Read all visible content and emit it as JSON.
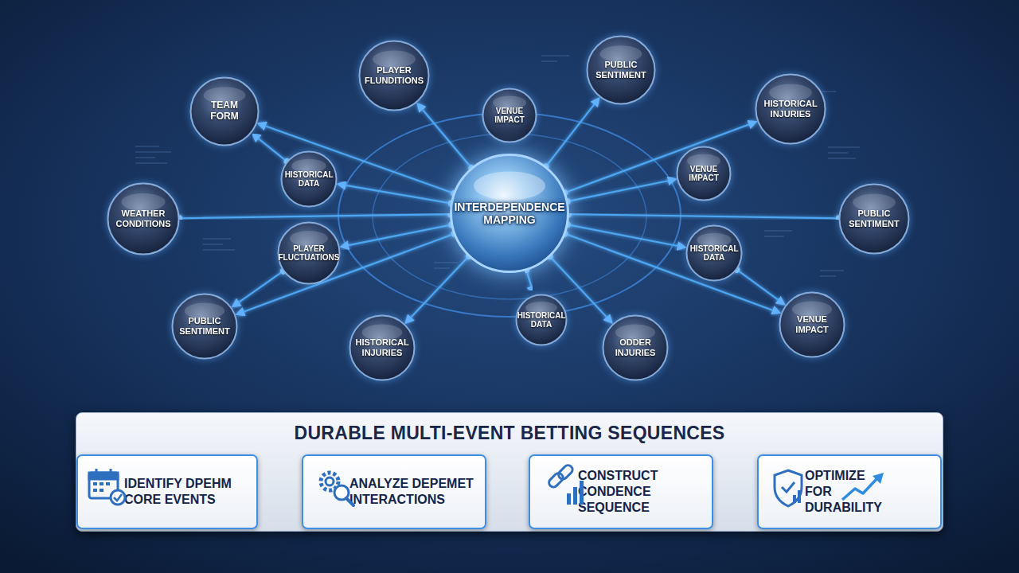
{
  "diagram": {
    "nodes": [
      {
        "text": [
          "PLAYER FLUNDITIONS"
        ]
      },
      {
        "text": [
          "PUBLIC SENTIMENT"
        ]
      },
      {
        "text": [
          "TEAM FORM"
        ]
      },
      {
        "text": [
          "VENUE IMPACT"
        ]
      },
      {
        "text": [
          "HISTORICAL INJURIES"
        ]
      },
      {
        "text": [
          "HISTORICAL DATA"
        ]
      },
      {
        "text": [
          "VENUE IMPACT"
        ]
      },
      {
        "text": [
          "WEATHER CONDITIONS"
        ]
      },
      {
        "text": [
          "INTERDEPENDENCE MAPPING"
        ]
      },
      {
        "text": [
          "PUBLIC SENTIMENT"
        ]
      },
      {
        "text": [
          "PLAYER FLUCTUATIONS"
        ]
      },
      {
        "text": [
          "HISTORICAL DATA"
        ]
      },
      {
        "text": [
          "PUBLIC SENTIMENT"
        ]
      },
      {
        "text": [
          "HISTORICAL DATA"
        ]
      },
      {
        "text": [
          "VENUE IMPACT"
        ]
      },
      {
        "text": [
          "HISTORICAL INJURIES"
        ]
      },
      {
        "text": [
          "ODDER INJURIES"
        ]
      },
      {
        "text": [
          "DURABLE MULTI-EVENT BETTING SEQUENCES"
        ]
      },
      {
        "text": [
          "IDENTIFY DPEHM CORE EVENTS"
        ],
        "in": 17
      },
      {
        "text": [
          "ANALYZE DEPEMET INTERACTIONS"
        ],
        "in": 17
      },
      {
        "text": [
          "CONSTRUCT CONDENCE SEQUENCE"
        ],
        "in": 17
      },
      {
        "text": [
          "OPTIMIZE FOR DURABILITY"
        ],
        "in": 17
      }
    ],
    "edges": [
      {
        "from": 8,
        "to": 0,
        "arrow": "to"
      },
      {
        "from": 8,
        "to": 1,
        "arrow": "to"
      },
      {
        "from": 8,
        "to": 2,
        "arrow": "to"
      },
      {
        "from": 8,
        "to": 3,
        "arrow": "to"
      },
      {
        "from": 8,
        "to": 4,
        "arrow": "to"
      },
      {
        "from": 8,
        "to": 5,
        "arrow": "to"
      },
      {
        "from": 8,
        "to": 6,
        "arrow": "to"
      },
      {
        "from": 8,
        "to": 7,
        "arrow": "none"
      },
      {
        "from": 8,
        "to": 9,
        "arrow": "none"
      },
      {
        "from": 8,
        "to": 10,
        "arrow": "to"
      },
      {
        "from": 8,
        "to": 11,
        "arrow": "to"
      },
      {
        "from": 8,
        "to": 12,
        "arrow": "to"
      },
      {
        "from": 8,
        "to": 13,
        "arrow": "to"
      },
      {
        "from": 8,
        "to": 14,
        "arrow": "to"
      },
      {
        "from": 8,
        "to": 15,
        "arrow": "to"
      },
      {
        "from": 8,
        "to": 16,
        "arrow": "to"
      },
      {
        "from": 5,
        "to": 2,
        "arrow": "to"
      },
      {
        "from": 10,
        "to": 12,
        "arrow": "to"
      },
      {
        "from": 11,
        "to": 14,
        "arrow": "to"
      },
      {
        "from": 8,
        "to": 17,
        "arrow": "to"
      },
      {
        "from": 18,
        "to": 19,
        "arrow": "to"
      },
      {
        "from": 19,
        "to": 20,
        "arrow": "to"
      },
      {
        "from": 20,
        "to": 21,
        "arrow": "to"
      }
    ]
  }
}
